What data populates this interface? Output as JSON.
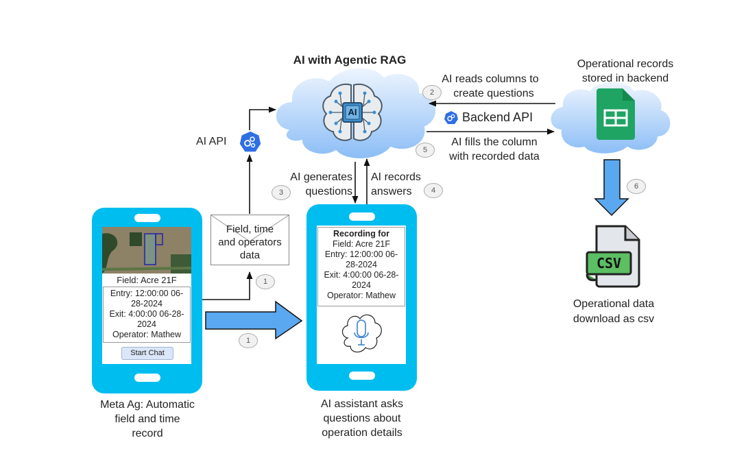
{
  "title": "AI with Agentic RAG",
  "colors": {
    "phone": "#00bdf0",
    "cloud_top": "#eaf3fe",
    "cloud_bottom": "#8ec0f7",
    "block_arrow": "#5aa8f0",
    "sheets_green": "#1fa463",
    "csv_green": "#5cbf63",
    "api_icon": "#2f6fe4"
  },
  "ai_cloud": {
    "chip_label": "AI",
    "icon": "brain-circuit-icon"
  },
  "backend": {
    "title_line1": "Operational records",
    "title_line2": "stored in backend",
    "icon": "google-sheets-icon"
  },
  "edges": {
    "reads_line1": "AI reads columns to",
    "reads_line2": "create questions",
    "reads_step": "2",
    "backend_api": "Backend API",
    "fills_line1": "AI fills the column",
    "fills_line2": "with recorded data",
    "fills_step": "5",
    "ai_api": "AI API",
    "generates_line1": "AI generates",
    "generates_line2": "questions",
    "generates_step": "3",
    "records_line1": "AI records",
    "records_line2": "answers",
    "records_step": "4",
    "envelope_line1": "Field, time",
    "envelope_line2": "and operators",
    "envelope_line3": "data",
    "envelope_step": "1",
    "handoff_step": "1",
    "download_step": "6"
  },
  "phone_left": {
    "field": "Field: Acre 21F",
    "entry_line1": "Entry: 12:00:00 06-",
    "entry_line2": "28-2024",
    "exit_line1": "Exit: 4:00:00 06-28-",
    "exit_line2": "2024",
    "operator": "Operator: Mathew",
    "button": "Start Chat",
    "caption_line1": "Meta Ag: Automatic",
    "caption_line2": "field and time",
    "caption_line3": "record"
  },
  "phone_right": {
    "heading": "Recording for",
    "field": "Field: Acre 21F",
    "entry_line1": "Entry: 12:00:00 06-",
    "entry_line2": "28-2024",
    "exit_line1": "Exit: 4:00:00 06-28-",
    "exit_line2": "2024",
    "operator": "Operator: Mathew",
    "icon": "microphone-icon",
    "caption_line1": "AI assistant asks",
    "caption_line2": "questions about",
    "caption_line3": "operation details"
  },
  "csv": {
    "file_label": "CSV",
    "caption_line1": "Operational data",
    "caption_line2": "download as csv"
  }
}
